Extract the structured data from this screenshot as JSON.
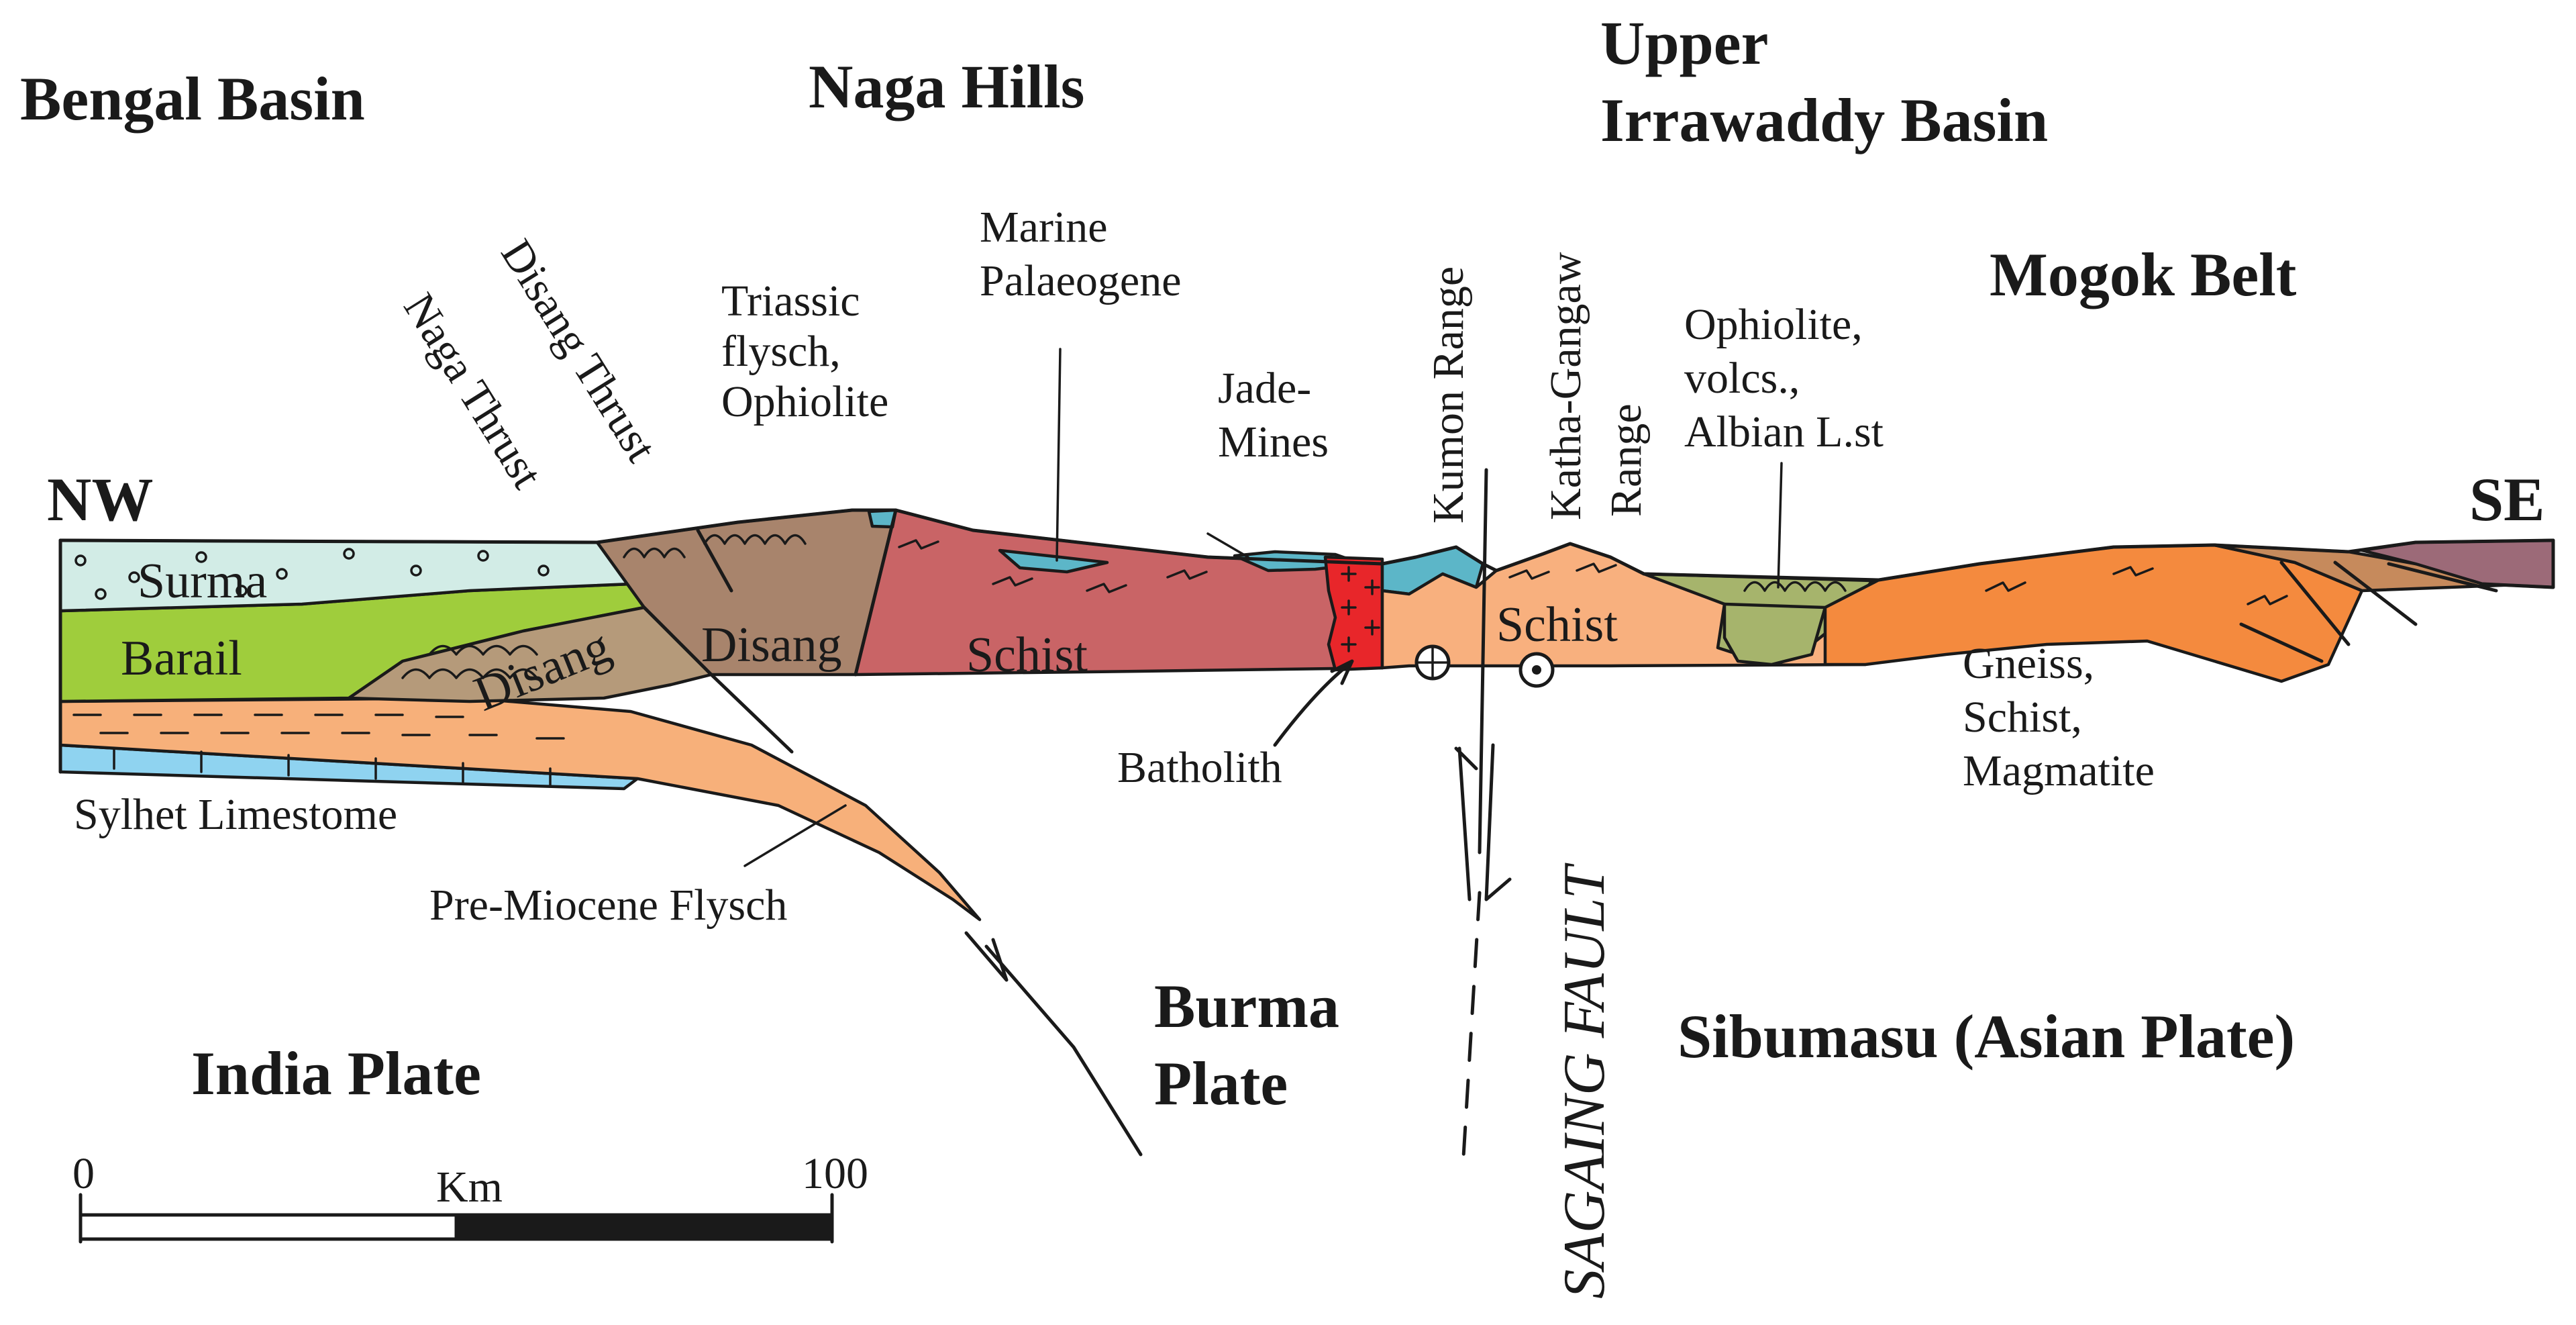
{
  "colors": {
    "surma": "#d2ece6",
    "barail": "#9fcd3c",
    "disang": "#b59a7a",
    "disang_upper": "#a8846c",
    "flysch": "#f7b07a",
    "sylhet": "#8fd3f0",
    "schist_red": "#c96466",
    "schist_orange": "#f8b07e",
    "batholith": "#e8262a",
    "jade": "#5cb6c8",
    "ophiolite_green": "#a6b46c",
    "gneiss": "#f48a3e",
    "gneiss_brown": "#c68a5c",
    "mauve": "#9c6a78"
  },
  "regions": {
    "bengal_basin": "Bengal Basin",
    "naga_hills": "Naga Hills",
    "upper_irrawaddy_line1": "Upper",
    "upper_irrawaddy_line2": "Irrawaddy Basin",
    "mogok_belt": "Mogok Belt",
    "nw": "NW",
    "se": "SE",
    "india_plate": "India Plate",
    "burma_plate_line1": "Burma",
    "burma_plate_line2": "Plate",
    "sibumasu": "Sibumasu (Asian Plate)"
  },
  "labels": {
    "naga_thrust": "Naga Thrust",
    "disang_thrust": "Disang Thrust",
    "triassic_line1": "Triassic",
    "triassic_line2": "flysch,",
    "triassic_line3": "Ophiolite",
    "marine_line1": "Marine",
    "marine_line2": "Palaeogene",
    "jade_line1": "Jade-",
    "jade_line2": "Mines",
    "kumon_range": "Kumon Range",
    "katha_line1": "Katha-Gangaw",
    "katha_line2": "Range",
    "ophiolite_line1": "Ophiolite,",
    "ophiolite_line2": "volcs.,",
    "ophiolite_line3": "Albian L.st",
    "surma": "Surma",
    "barail": "Barail",
    "disang_lower": "Disang",
    "disang_upper": "Disang",
    "schist_west": "Schist",
    "schist_east": "Schist",
    "batholith": "Batholith",
    "sylhet": "Sylhet Limestome",
    "pre_miocene": "Pre-Miocene Flysch",
    "gneiss_line1": "Gneiss,",
    "gneiss_line2": "Schist,",
    "gneiss_line3": "Magmatite",
    "sagaing_fault": "SAGAING FAULT"
  },
  "scale_bar": {
    "start": "0",
    "end": "100",
    "unit": "Km"
  }
}
